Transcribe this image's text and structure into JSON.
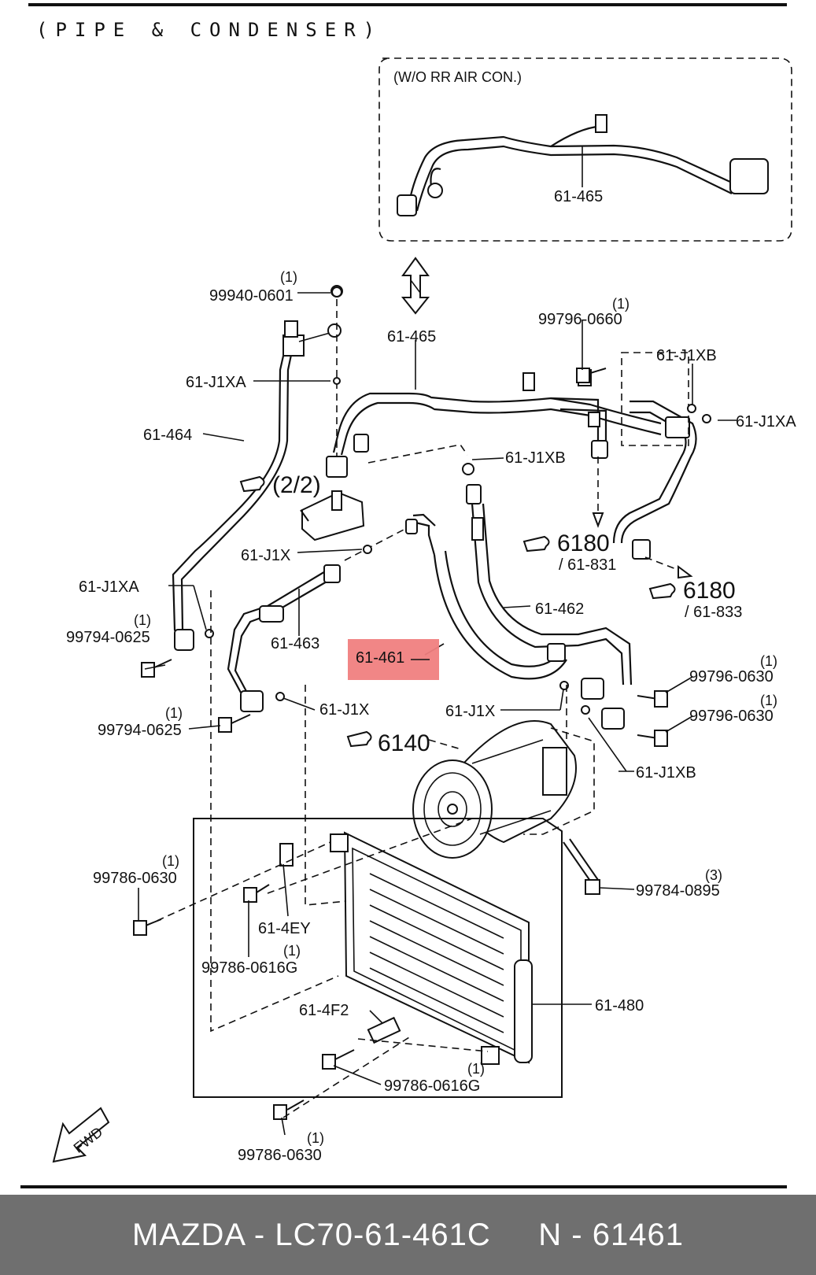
{
  "header": {
    "title": "(PIPE & CONDENSER)"
  },
  "inset": {
    "note": "(W/O RR AIR CON.)",
    "part": "61-465"
  },
  "labels": {
    "p99940_0601": "99940-0601",
    "q1_a": "(1)",
    "p61_J1XA_top": "61-J1XA",
    "p61_464": "61-464",
    "ref_2_2": "(2/2)",
    "p61_465": "61-465",
    "p99796_0660": "99796-0660",
    "q1_b": "(1)",
    "p61_J1XB_top": "61-J1XB",
    "p61_J1XA_right": "61-J1XA",
    "p61_J1XB_mid": "61-J1XB",
    "ref_6180_a": "6180",
    "ref_61_831": "/ 61-831",
    "ref_6180_b": "6180",
    "ref_61_833": "/ 61-833",
    "p61_J1X_a": "61-J1X",
    "p61_J1XA_left": "61-J1XA",
    "p61_463": "61-463",
    "p61_462": "61-462",
    "p61_461": "61-461",
    "p99794_0625_a": "99794-0625",
    "q1_c": "(1)",
    "p99794_0625_b": "99794-0625",
    "q1_d": "(1)",
    "p61_J1X_b": "61-J1X",
    "p61_J1X_c": "61-J1X",
    "p99796_0630_a": "99796-0630",
    "q1_e": "(1)",
    "p99796_0630_b": "99796-0630",
    "q1_f": "(1)",
    "ref_6140": "6140",
    "p61_J1XB_low": "61-J1XB",
    "p99786_0630_a": "99786-0630",
    "q1_g": "(1)",
    "p61_4EY": "61-4EY",
    "p99786_0616G_a": "99786-0616G",
    "q1_h": "(1)",
    "p99784_0895": "99784-0895",
    "q3": "(3)",
    "p61_4F2": "61-4F2",
    "p61_480": "61-480",
    "p99786_0616G_b": "99786-0616G",
    "q1_i": "(1)",
    "p99786_0630_b": "99786-0630",
    "q1_j": "(1)",
    "fwd": "FWD"
  },
  "highlight": {
    "part": "61-461",
    "color": "#f08080"
  },
  "footer": {
    "text": "MAZDA - LC70-61-461C     N - 61461",
    "background": "#6f6f6f"
  }
}
